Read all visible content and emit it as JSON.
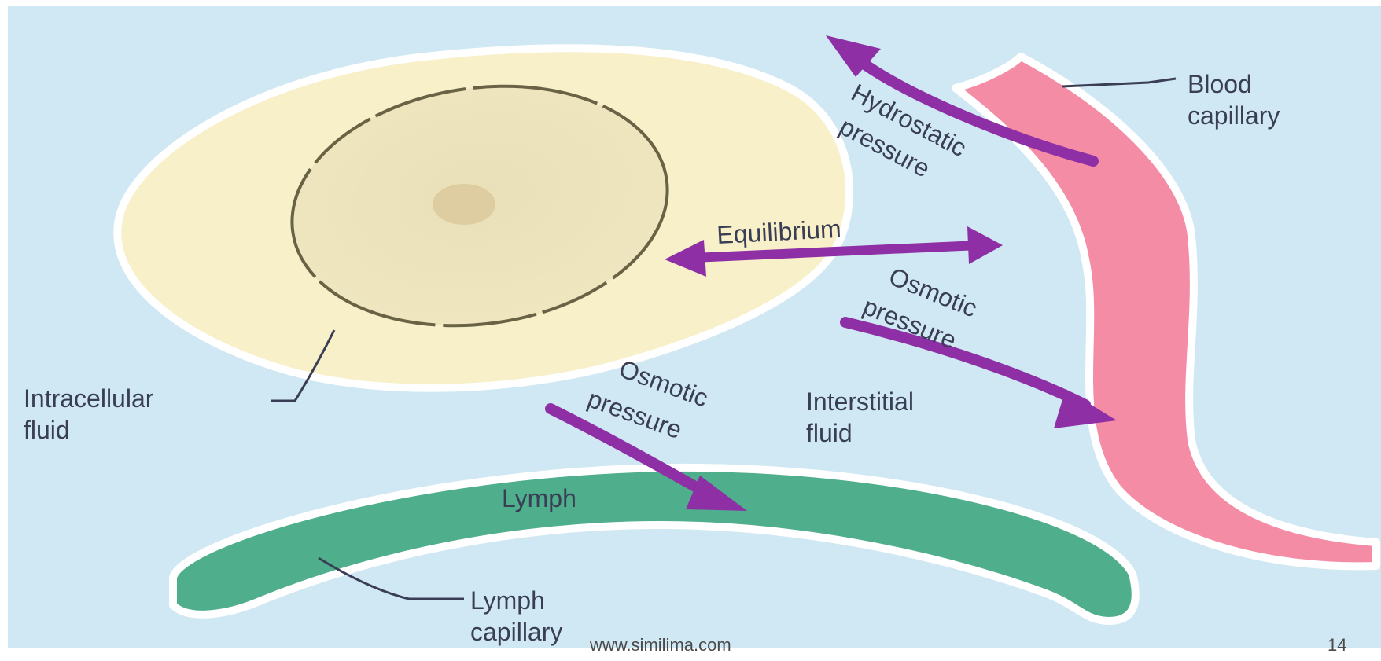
{
  "diagram": {
    "labels": {
      "blood_capillary_1": "Blood",
      "blood_capillary_2": "capillary",
      "hydrostatic_1": "Hydrostatic",
      "hydrostatic_2": "pressure",
      "equilibrium": "Equilibrium",
      "osmotic_right_1": "Osmotic",
      "osmotic_right_2": "pressure",
      "interstitial_1": "Interstitial",
      "interstitial_2": "fluid",
      "intracellular_1": "Intracellular",
      "intracellular_2": "fluid",
      "osmotic_left_1": "Osmotic",
      "osmotic_left_2": "pressure",
      "lymph": "Lymph",
      "lymph_capillary_1": "Lymph",
      "lymph_capillary_2": "capillary"
    },
    "colors": {
      "background": "#cfe8f3",
      "cell": "#f7f0c9",
      "blood_capillary": "#f48ca6",
      "lymph_capillary": "#4fae8c",
      "arrow": "#8e2fa6"
    }
  },
  "footer": {
    "website": "www.similima.com",
    "page_number": "14"
  }
}
